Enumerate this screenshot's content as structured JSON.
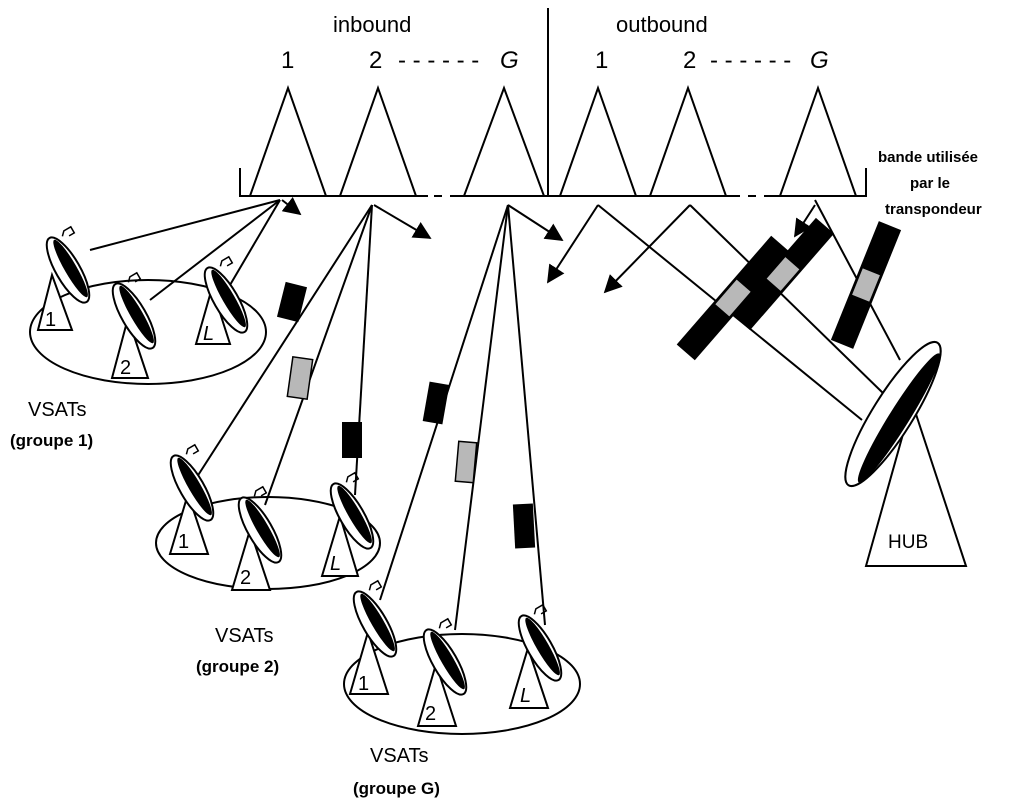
{
  "header": {
    "inbound": "inbound",
    "outbound": "outbound",
    "inbound_ch": [
      "1",
      "2",
      "G"
    ],
    "outbound_ch": [
      "1",
      "2",
      "G"
    ],
    "dashes": "- - - - - -"
  },
  "band_label": [
    "bande utilisée",
    "par le",
    "transpondeur"
  ],
  "groups": [
    {
      "title": "VSATs",
      "subtitle": "(groupe 1)",
      "terminals": [
        "1",
        "2",
        "L"
      ]
    },
    {
      "title": "VSATs",
      "subtitle": "(groupe 2)",
      "terminals": [
        "1",
        "2",
        "L"
      ]
    },
    {
      "title": "VSATs",
      "subtitle": "(groupe G)",
      "terminals": [
        "1",
        "2",
        "L"
      ]
    }
  ],
  "hub": {
    "label": "HUB"
  }
}
